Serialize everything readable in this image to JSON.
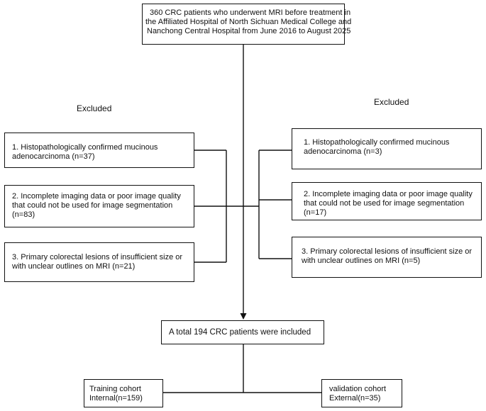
{
  "top_box": {
    "lines": [
      "360 CRC patients who underwent MRI before treatment  in",
      "the Affiliated Hospital of North Sichuan Medical College and",
      "Nanchong Central Hospital from June 2016 to August 2025"
    ]
  },
  "left_column": {
    "heading": "Excluded",
    "boxes": [
      {
        "lines": [
          "1. Histopathologically confirmed mucinous",
          "adenocarcinoma (n=37)"
        ]
      },
      {
        "lines": [
          "2. Incomplete imaging data or poor image quality",
          "that could not be used for image segmentation",
          "(n=83)"
        ]
      },
      {
        "lines": [
          "3. Primary colorectal lesions of insufficient size or",
          "with unclear outlines on MRI (n=21)"
        ]
      }
    ]
  },
  "right_column": {
    "heading": "Excluded",
    "boxes": [
      {
        "lines": [
          "1. Histopathologically confirmed mucinous",
          "adenocarcinoma (n=3)"
        ]
      },
      {
        "lines": [
          "2. Incomplete imaging data or poor image quality",
          "that could not be used for image segmentation",
          "(n=17)"
        ]
      },
      {
        "lines": [
          "3. Primary colorectal lesions of insufficient size or",
          "with unclear outlines on MRI (n=5)"
        ]
      }
    ]
  },
  "included_box": {
    "text": "A total 194 CRC patients were included"
  },
  "training_box": {
    "lines": [
      "Training cohort",
      "Internal(n=159)"
    ]
  },
  "validation_box": {
    "lines": [
      "validation cohort",
      "External(n=35)"
    ]
  }
}
